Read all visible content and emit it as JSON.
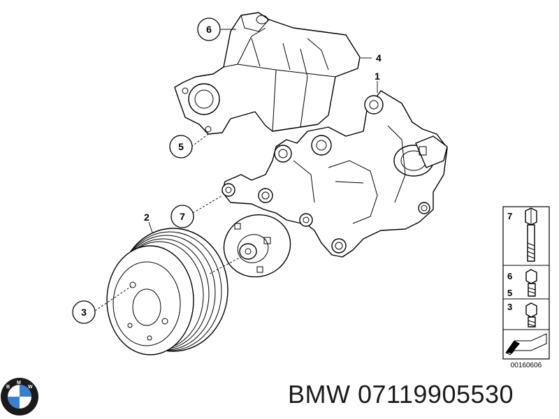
{
  "diagram": {
    "callouts": [
      {
        "id": "6",
        "label": "6"
      },
      {
        "id": "5",
        "label": "5"
      },
      {
        "id": "7",
        "label": "7"
      },
      {
        "id": "3",
        "label": "3"
      }
    ],
    "plain_labels": [
      {
        "id": "4",
        "label": "4"
      },
      {
        "id": "1",
        "label": "1"
      },
      {
        "id": "2",
        "label": "2"
      }
    ],
    "side_panel": {
      "labels": [
        "7",
        "6",
        "5",
        "3"
      ],
      "reference_code": "00160606"
    }
  },
  "brand": {
    "logo_letters": [
      "B",
      "M",
      "W"
    ],
    "logo_colors": {
      "blue": "#3a7fd0",
      "ring": "#1a1a1a",
      "white": "#ffffff"
    },
    "part_text": "BMW 07119905530"
  }
}
